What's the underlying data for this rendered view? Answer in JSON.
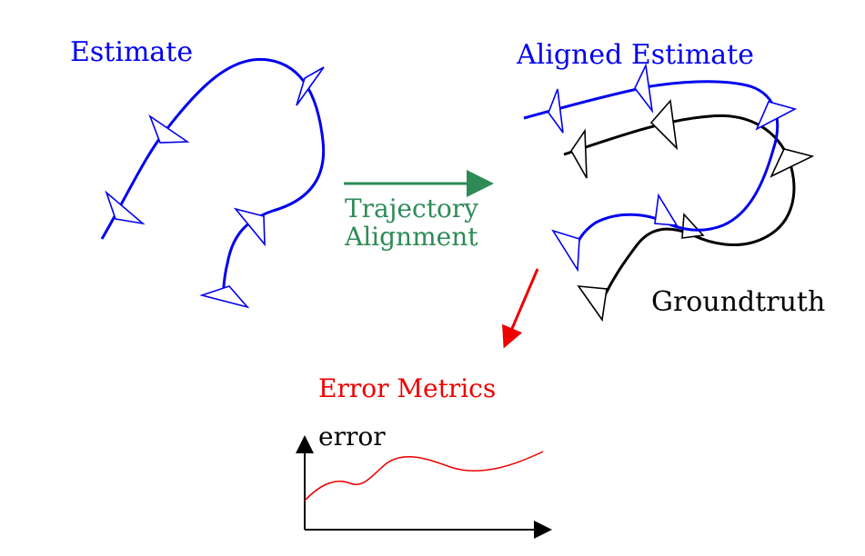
{
  "labels": {
    "estimate": "Estimate",
    "aligned_estimate": "Aligned Estimate",
    "trajectory_alignment_line1": "Trajectory",
    "trajectory_alignment_line2": "Alignment",
    "groundtruth": "Groundtruth",
    "error_metrics": "Error Metrics",
    "error_axis": "error"
  },
  "colors": {
    "estimate": "#0000ee",
    "groundtruth": "#000000",
    "alignment_arrow": "#2e8b57",
    "error": "#ee0000",
    "axis": "#000000"
  }
}
